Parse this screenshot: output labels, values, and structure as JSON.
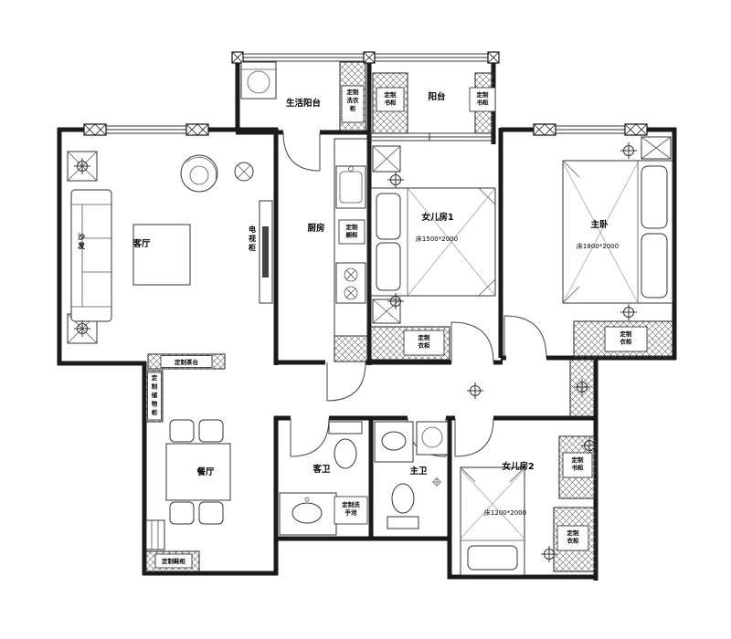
{
  "labels": {
    "living": "客厅",
    "sofa": "沙\n发",
    "tv_cabinet": "电\n视\n柜",
    "dining": "餐厅",
    "tea_table": "定制茶台",
    "storage": "定\n制\n储\n物\n柜",
    "shoe_cabinet": "定制鞋柜",
    "kitchen": "厨房",
    "kitchen_cabinet": "定制\n橱柜",
    "service_balcony": "生活阳台",
    "laundry_cabinet": "定制\n洗衣\n柜",
    "balcony": "阳台",
    "bookcase_left": "定制\n书柜",
    "bookcase_right": "定制\n书柜",
    "bedroom1": "女儿房1",
    "bed1": "床1500*2000",
    "wardrobe1": "定制\n衣柜",
    "master": "主卧",
    "master_bed": "床1800*2000",
    "wardrobe_master": "定制\n衣柜",
    "guest_bath": "客卫",
    "master_bath": "主卫",
    "washbasin": "定制洗\n手池",
    "bedroom2": "女儿房2",
    "bed2": "床1200*2000",
    "bookcase2": "定制\n书柜",
    "wardrobe2": "定制\n衣柜"
  }
}
